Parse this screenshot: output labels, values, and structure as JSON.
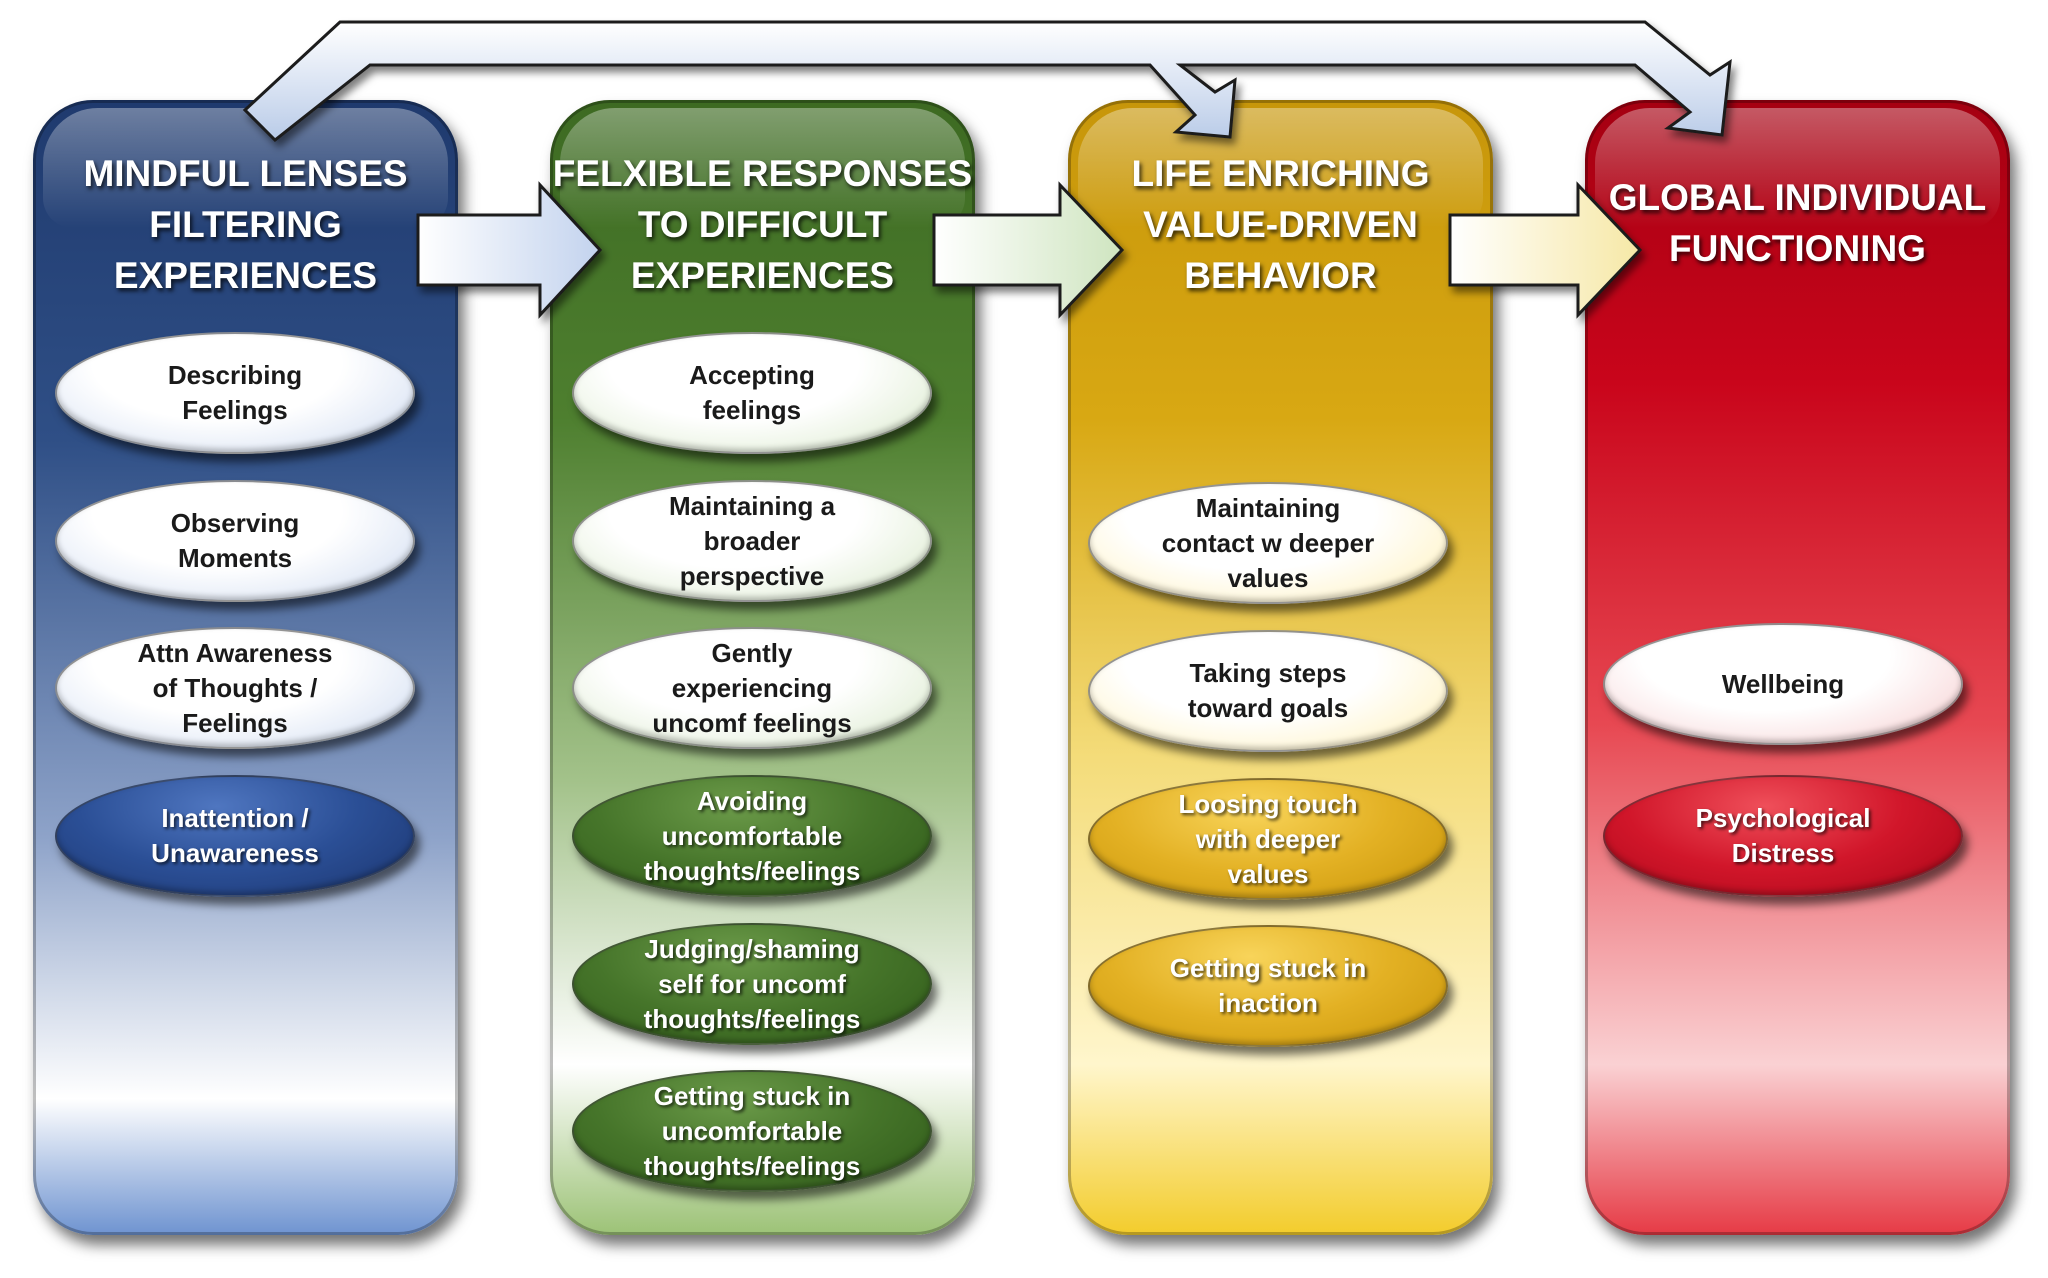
{
  "columns": [
    {
      "title_lines": [
        "MINDFUL LENSES",
        "FILTERING",
        "EXPERIENCES"
      ],
      "ovals": [
        {
          "text": "Describing\nFeelings",
          "style": "light"
        },
        {
          "text": "Observing\nMoments",
          "style": "light"
        },
        {
          "text": "Attn Awareness\nof Thoughts /\nFeelings",
          "style": "light"
        },
        {
          "text": "Inattention /\nUnawareness",
          "style": "dark"
        }
      ]
    },
    {
      "title_lines": [
        "FELXIBLE RESPONSES",
        "TO DIFFICULT",
        "EXPERIENCES"
      ],
      "ovals": [
        {
          "text": "Accepting\nfeelings",
          "style": "light"
        },
        {
          "text": "Maintaining a\nbroader\nperspective",
          "style": "light"
        },
        {
          "text": "Gently\nexperiencing\nuncomf feelings",
          "style": "light"
        },
        {
          "text": "Avoiding\nuncomfortable\nthoughts/feelings",
          "style": "dark"
        },
        {
          "text": "Judging/shaming\nself for uncomf\nthoughts/feelings",
          "style": "dark"
        },
        {
          "text": "Getting stuck in\nuncomfortable\nthoughts/feelings",
          "style": "dark"
        }
      ]
    },
    {
      "title_lines": [
        "LIFE ENRICHING",
        "VALUE-DRIVEN",
        "BEHAVIOR"
      ],
      "ovals": [
        {
          "text": "Maintaining\ncontact w deeper\nvalues",
          "style": "light"
        },
        {
          "text": "Taking steps\ntoward goals",
          "style": "light"
        },
        {
          "text": "Loosing touch\nwith deeper\nvalues",
          "style": "dark"
        },
        {
          "text": "Getting stuck in\ninaction",
          "style": "dark"
        }
      ]
    },
    {
      "title_lines": [
        "GLOBAL INDIVIDUAL",
        "FUNCTIONING"
      ],
      "ovals": [
        {
          "text": "Wellbeing",
          "style": "light"
        },
        {
          "text": "Psychological\nDistress",
          "style": "dark"
        }
      ]
    }
  ],
  "colors": {
    "blue": "#2b4f96",
    "green": "#46752a",
    "gold": "#e3b124",
    "red": "#d1162a"
  }
}
